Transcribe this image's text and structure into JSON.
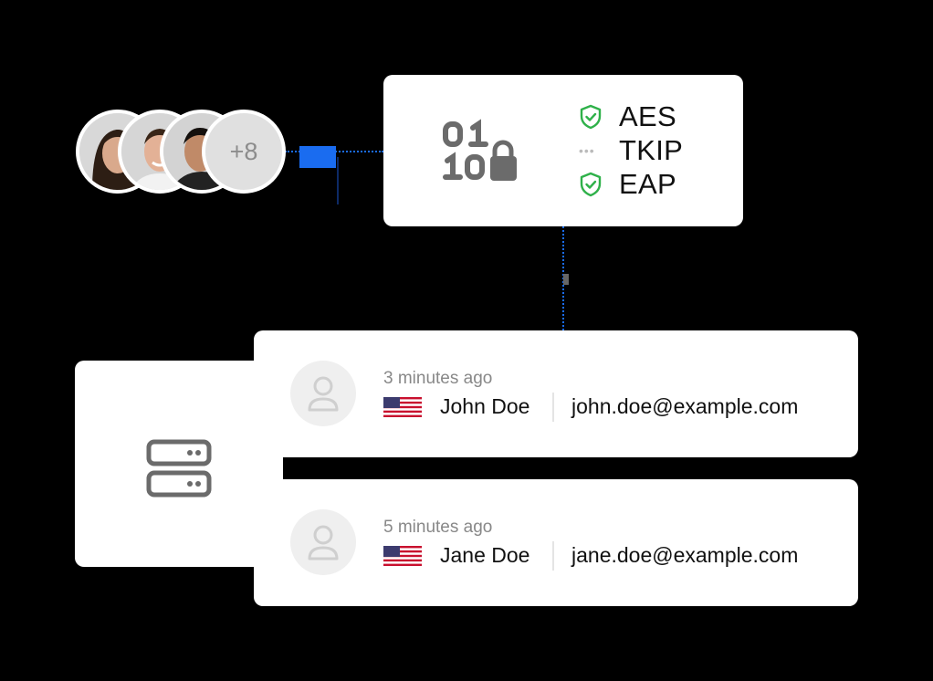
{
  "team": {
    "avatars": [
      {
        "name": "member-avatar-1",
        "skin": "#d9a98c",
        "hair": "#2d1e14"
      },
      {
        "name": "member-avatar-2",
        "skin": "#e3b196",
        "hair": "#3a2618"
      },
      {
        "name": "member-avatar-3",
        "skin": "#c08a68",
        "hair": "#14100d"
      }
    ],
    "more_count": "+8"
  },
  "encryption": {
    "icon": "binary-lock-icon",
    "protocols": [
      {
        "label": "AES",
        "status_icon": "shield-check-icon"
      },
      {
        "label": "TKIP",
        "status_icon": "more-dots-icon"
      },
      {
        "label": "EAP",
        "status_icon": "shield-check-icon"
      }
    ]
  },
  "server": {
    "icon": "server-icon"
  },
  "users": [
    {
      "time": "3 minutes ago",
      "flag": "us-flag-icon",
      "name": "John Doe",
      "email": "john.doe@example.com"
    },
    {
      "time": "5 minutes ago",
      "flag": "us-flag-icon",
      "name": "Jane Doe",
      "email": "jane.doe@example.com"
    }
  ],
  "colors": {
    "accent": "#1a6cf0",
    "check": "#2fb14a",
    "icon_gray": "#6b6b6b"
  }
}
